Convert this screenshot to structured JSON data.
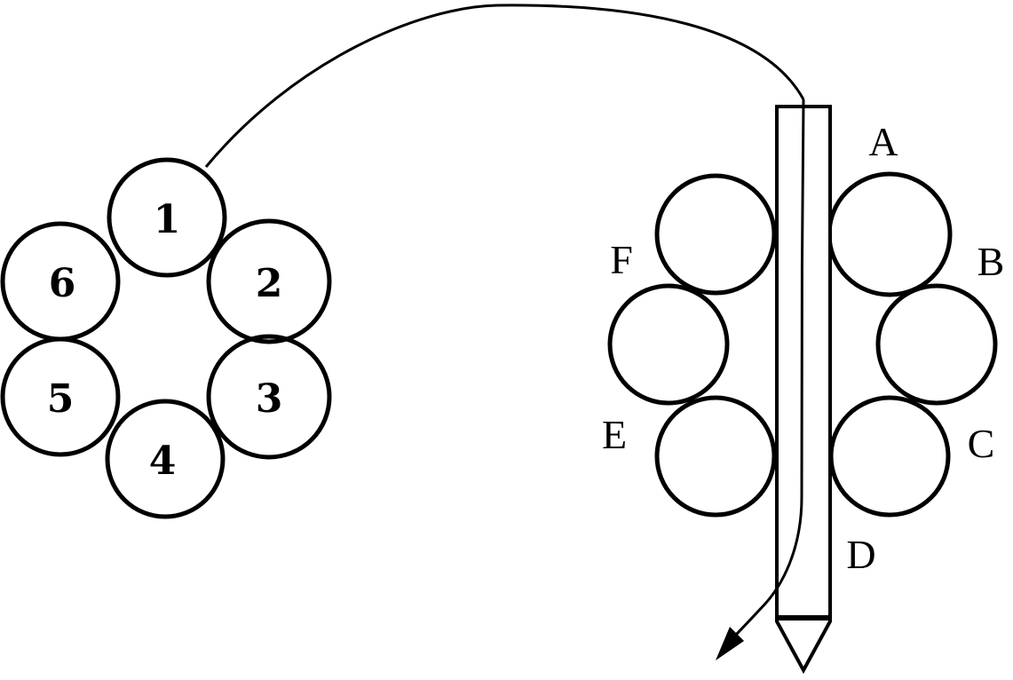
{
  "left_cluster": {
    "circle_labels": [
      "1",
      "2",
      "3",
      "4",
      "5",
      "6"
    ]
  },
  "right_cluster": {
    "circle_labels": [
      "A",
      "B",
      "C",
      "D",
      "E",
      "F"
    ]
  },
  "colors": {
    "ink": "#000000",
    "background": "#ffffff"
  }
}
